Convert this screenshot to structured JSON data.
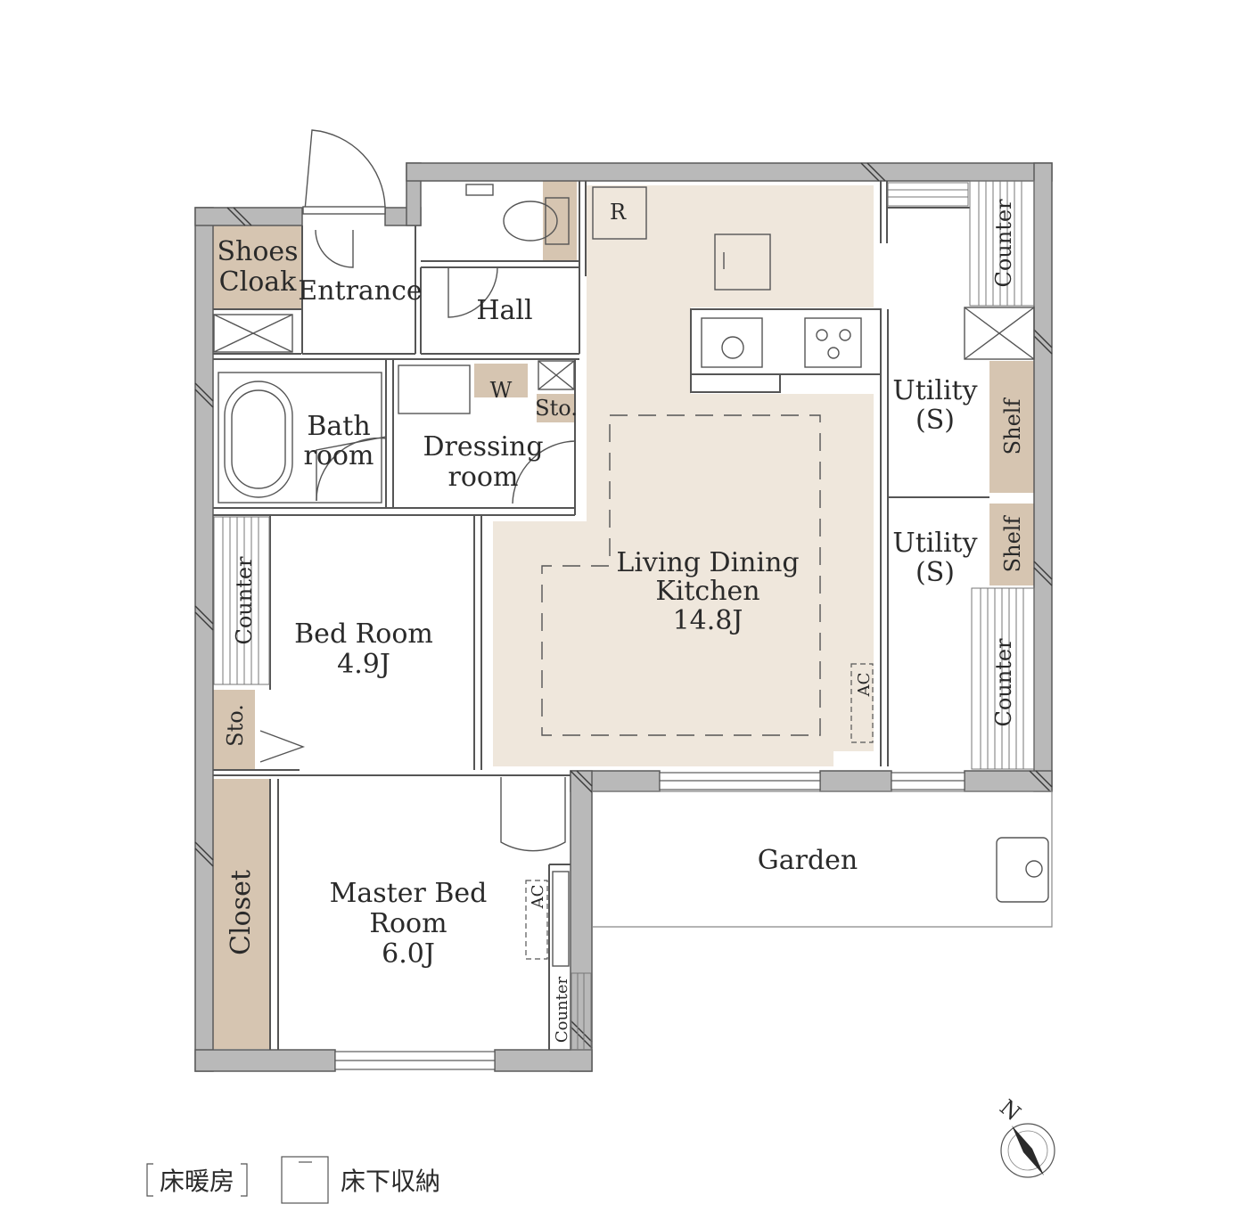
{
  "colors": {
    "wall": "#b9b9b9",
    "wall_edge": "#5a5a5a",
    "floor_heating": "#efe7dc",
    "storage": "#d6c5b1",
    "line": "#555555"
  },
  "rooms": {
    "shoes_cloak": [
      "Shoes",
      "Cloak"
    ],
    "entrance": "Entrance",
    "hall": "Hall",
    "refrigerator": "R",
    "washer": "W",
    "storage_dressing": "Sto.",
    "bath": [
      "Bath",
      "room"
    ],
    "dressing": [
      "Dressing",
      "room"
    ],
    "counter_left": "Counter",
    "bed_room": [
      "Bed Room",
      "4.9J"
    ],
    "storage_bed": "Sto.",
    "ldk": [
      "Living Dining",
      "Kitchen",
      "14.8J"
    ],
    "ac_ldk": "AC",
    "utility_upper": [
      "Utility",
      "(S)"
    ],
    "utility_lower": [
      "Utility",
      "(S)"
    ],
    "counter_top_right": "Counter",
    "shelf_upper": "Shelf",
    "shelf_lower": "Shelf",
    "counter_lower_right": "Counter",
    "closet": "Closet",
    "master_bed": [
      "Master Bed",
      "Room",
      "6.0J"
    ],
    "ac_master": "AC",
    "counter_master": "Counter",
    "garden": "Garden"
  },
  "compass": {
    "north": "N"
  },
  "legend": {
    "floor_heating": "床暖房",
    "underfloor_storage": "床下収納"
  }
}
